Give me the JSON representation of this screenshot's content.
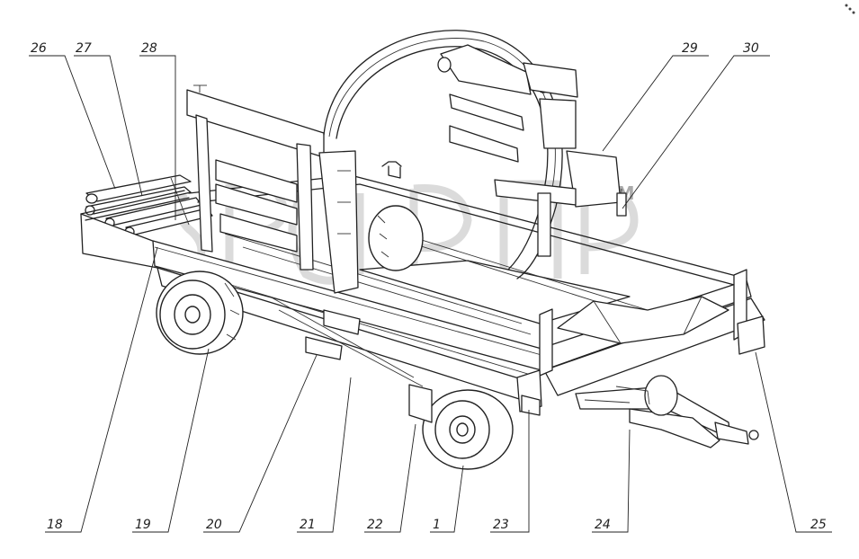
{
  "watermark": {
    "mark": "TM"
  },
  "callouts": [
    {
      "id": "26",
      "label": "26"
    },
    {
      "id": "27",
      "label": "27"
    },
    {
      "id": "28",
      "label": "28"
    },
    {
      "id": "29",
      "label": "29"
    },
    {
      "id": "30",
      "label": "30"
    },
    {
      "id": "18",
      "label": "18"
    },
    {
      "id": "19",
      "label": "19"
    },
    {
      "id": "20",
      "label": "20"
    },
    {
      "id": "21",
      "label": "21"
    },
    {
      "id": "22",
      "label": "22"
    },
    {
      "id": "1",
      "label": "1"
    },
    {
      "id": "23",
      "label": "23"
    },
    {
      "id": "24",
      "label": "24"
    },
    {
      "id": "25",
      "label": "25"
    }
  ]
}
